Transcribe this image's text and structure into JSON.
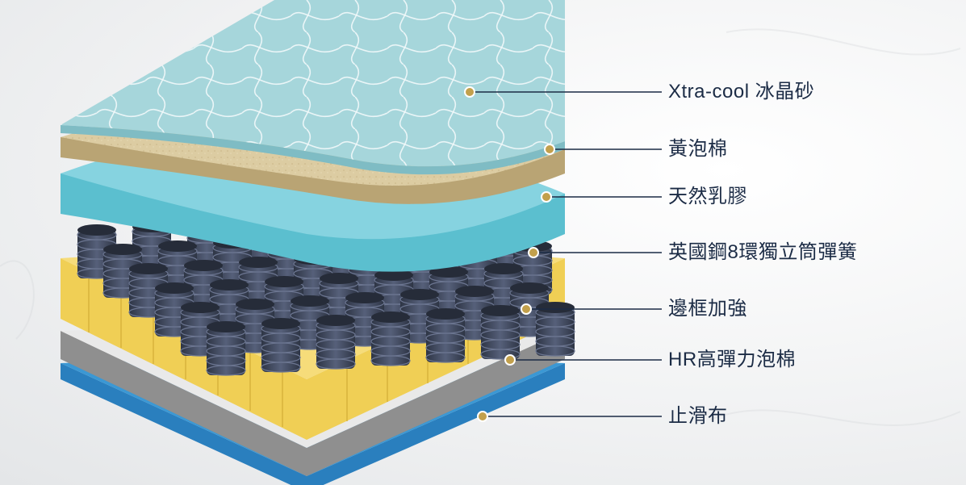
{
  "layers": [
    {
      "id": "cooling",
      "label": "Xtra-cool 冰晶砂"
    },
    {
      "id": "yellow-foam",
      "label": "黃泡棉"
    },
    {
      "id": "latex",
      "label": "天然乳膠"
    },
    {
      "id": "springs",
      "label": "英國鋼8環獨立筒彈簧"
    },
    {
      "id": "edge-support",
      "label": "邊框加強"
    },
    {
      "id": "hr-foam",
      "label": "HR高彈力泡棉"
    },
    {
      "id": "anti-slip",
      "label": "止滑布"
    }
  ],
  "colors": {
    "cooling_top": "#a9d8dd",
    "yellow_foam": "#d9c9a0",
    "latex": "#7ccbd9",
    "springs": "#3d4556",
    "edge_frame": "#f3d461",
    "hr_foam": "#9a9a9a",
    "anti_slip": "#2f8bc8",
    "leader": "#1b2b45",
    "dot": "#c2a04c"
  }
}
